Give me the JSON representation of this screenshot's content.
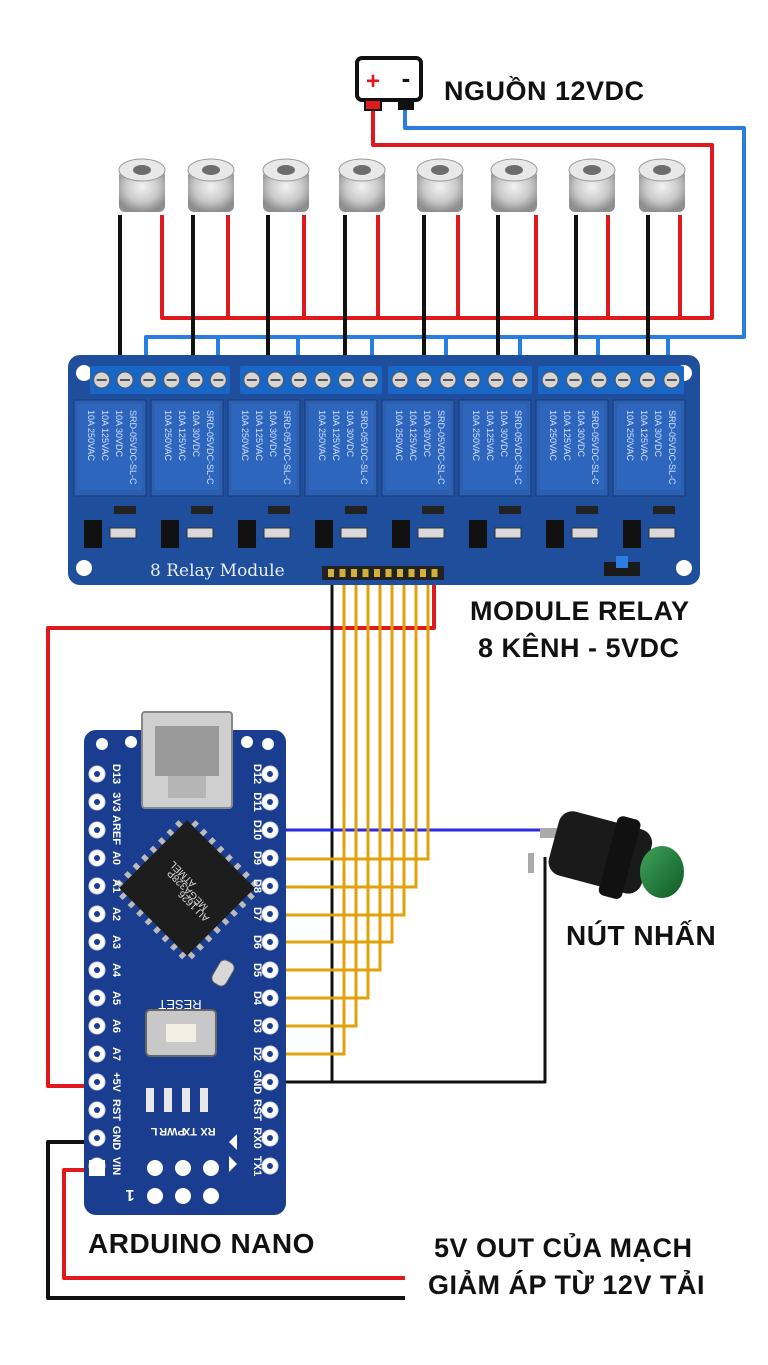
{
  "labels": {
    "power_supply": "NGUỒN 12VDC",
    "relay_module_line1": "MODULE RELAY",
    "relay_module_line2": "8 KÊNH - 5VDC",
    "push_button": "NÚT NHẤN",
    "arduino": "ARDUINO NANO",
    "buck_line1": "5V OUT CỦA MẠCH",
    "buck_line2": "GIẢM ÁP TỪ 12V TẢI"
  },
  "power_symbols": {
    "plus": "+",
    "minus": "-"
  },
  "relay_board": {
    "title": "8 Relay Module",
    "relay_count": 8,
    "relay_text": [
      "10A 250VAC",
      "10A 125VAC",
      "10A 30VDC",
      "SRD-05VDC-SL-C"
    ]
  },
  "solenoid_count": 8,
  "nano": {
    "left_pins": [
      "D13",
      "3V3",
      "AREF",
      "A0",
      "A1",
      "A2",
      "A3",
      "A4",
      "A5",
      "A6",
      "A7",
      "+5V",
      "RST",
      "GND",
      "VIN"
    ],
    "right_pins": [
      "D12",
      "D11",
      "D10",
      "D9",
      "D8",
      "D7",
      "D6",
      "D5",
      "D4",
      "D3",
      "D2",
      "GND",
      "RST",
      "RX0",
      "TX1"
    ],
    "chip_text": [
      "ATMEL",
      "MEGA328P",
      "AU 1626"
    ],
    "reset_label": "RESET",
    "led_labels": [
      "L",
      "PWR",
      "TX",
      "RX"
    ],
    "pin1": "1"
  },
  "colors": {
    "positive_wire": "#e0191f",
    "negative_wire": "#2a7de1",
    "signal_wire": "#e0a10b",
    "button_wire": "#2a2ad8",
    "ground_wire": "#111111",
    "relay_pcb": "#1f4e9c",
    "relay_body": "#2c5fb0",
    "terminal": "#1866c6",
    "nano_pcb": "#1b3d8f"
  }
}
